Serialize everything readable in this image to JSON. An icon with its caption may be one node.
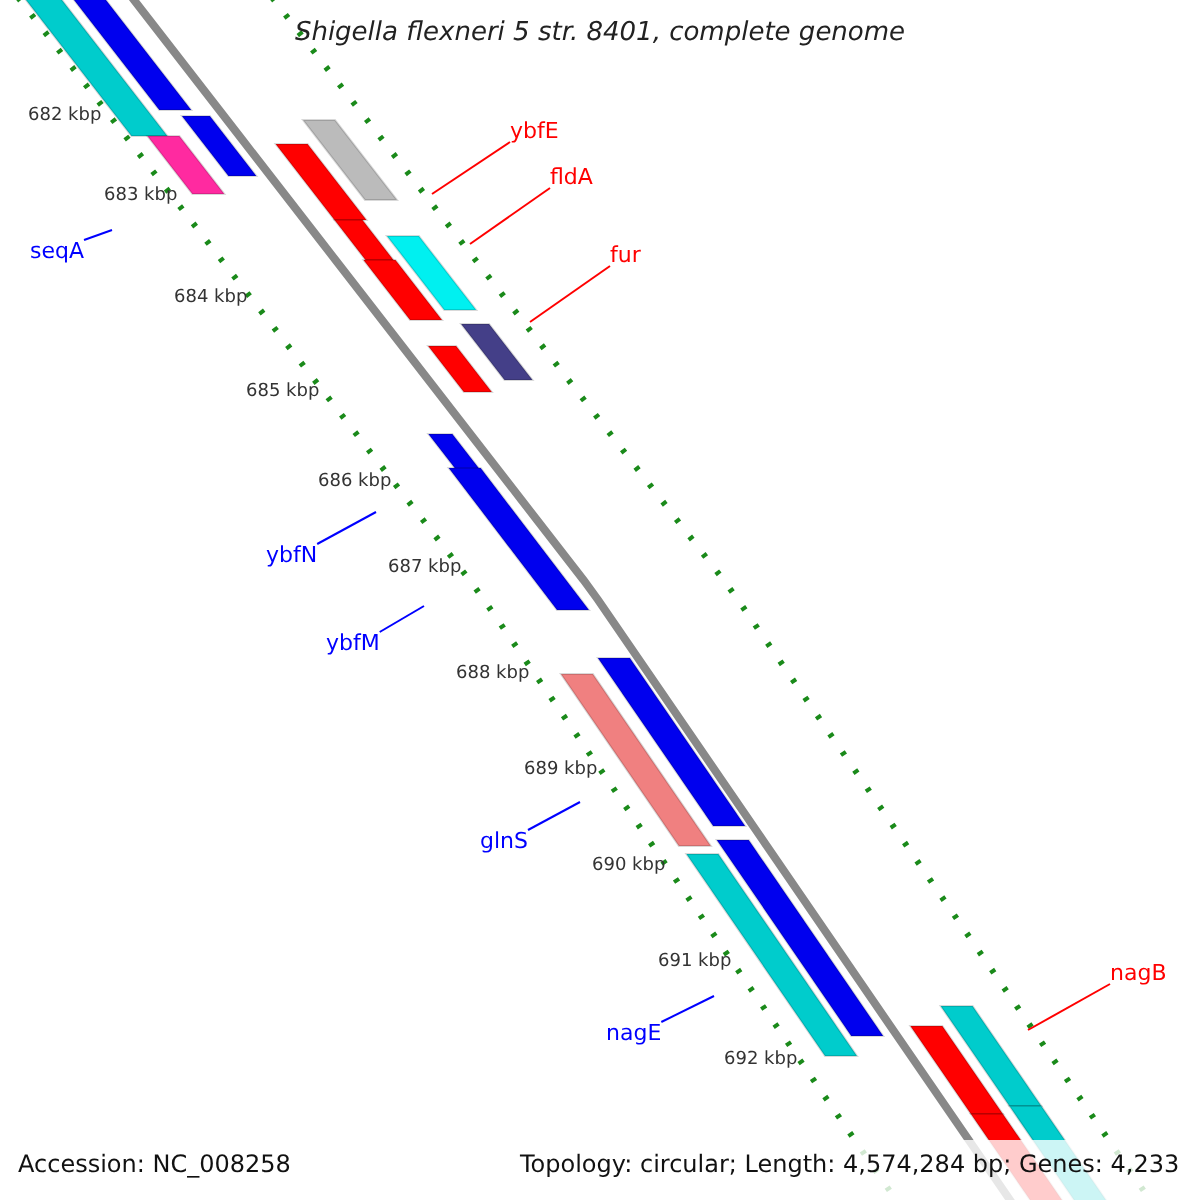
{
  "diagram": {
    "title": "Shigella flexneri 5 str. 8401, complete genome",
    "nodes": [
      {
        "text": [
          "ybfE"
        ]
      },
      {
        "text": [
          "fldA"
        ]
      },
      {
        "text": [
          "seqA"
        ]
      },
      {
        "text": [
          "fur"
        ]
      },
      {
        "text": [
          "ybfN"
        ]
      },
      {
        "text": [
          "ybfM"
        ]
      },
      {
        "text": [
          "glnS"
        ]
      },
      {
        "text": [
          "nagE"
        ]
      },
      {
        "text": [
          "nagB"
        ]
      }
    ],
    "edges": [
      {
        "from": 0,
        "to": null,
        "arrow": "none",
        "color": "#ff0000"
      },
      {
        "from": 1,
        "to": null,
        "arrow": "none",
        "color": "#ff0000"
      },
      {
        "from": 2,
        "to": null,
        "arrow": "none"
      },
      {
        "from": 3,
        "to": null,
        "arrow": "none",
        "color": "#ff0000"
      },
      {
        "from": 4,
        "to": null,
        "arrow": "none"
      },
      {
        "from": 5,
        "to": null,
        "arrow": "none"
      },
      {
        "from": 6,
        "to": null,
        "arrow": "none"
      },
      {
        "from": 7,
        "to": null,
        "arrow": "none"
      },
      {
        "from": 8,
        "to": null,
        "arrow": "none",
        "color": "#ff0000"
      }
    ],
    "labels": [
      "682 kbp",
      "683 kbp",
      "684 kbp",
      "685 kbp",
      "686 kbp",
      "687 kbp",
      "688 kbp",
      "689 kbp",
      "690 kbp",
      "691 kbp",
      "692 kbp",
      "Accession: NC_008258",
      "Topology: circular; Length: 4,574,284 bp; Genes: 4,233"
    ]
  }
}
